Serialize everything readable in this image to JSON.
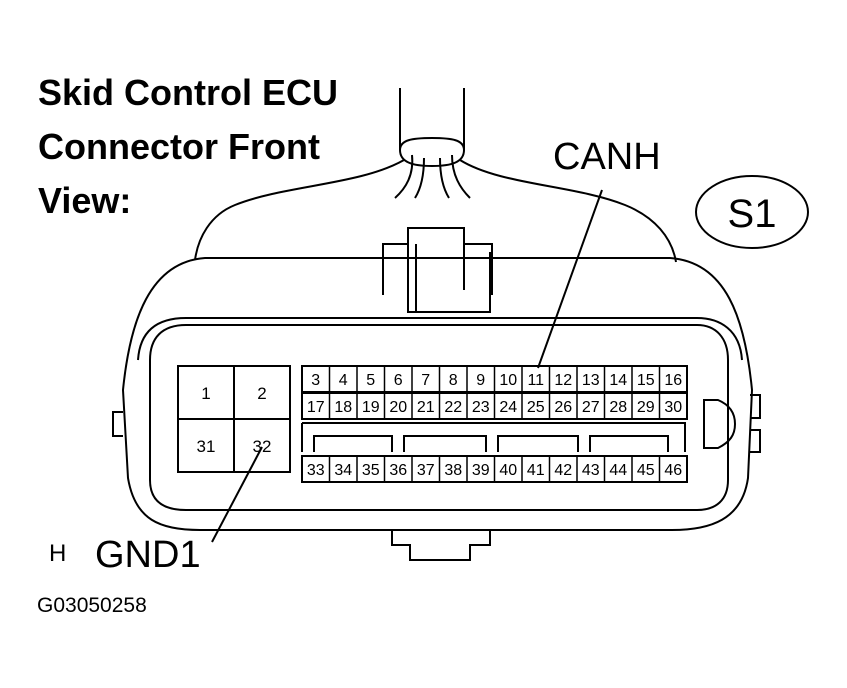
{
  "title_lines": [
    "Skid Control ECU",
    "Connector Front",
    "View:"
  ],
  "connector_code": "S1",
  "callouts": {
    "canh": "CANH",
    "gnd1": "GND1",
    "h_marker": "H"
  },
  "figure_id": "G03050258",
  "large_terminals": [
    "1",
    "2",
    "31",
    "32"
  ],
  "pin_rows": [
    [
      "3",
      "4",
      "5",
      "6",
      "7",
      "8",
      "9",
      "10",
      "11",
      "12",
      "13",
      "14",
      "15",
      "16"
    ],
    [
      "17",
      "18",
      "19",
      "20",
      "21",
      "22",
      "23",
      "24",
      "25",
      "26",
      "27",
      "28",
      "29",
      "30"
    ],
    [
      "33",
      "34",
      "35",
      "36",
      "37",
      "38",
      "39",
      "40",
      "41",
      "42",
      "43",
      "44",
      "45",
      "46"
    ]
  ]
}
